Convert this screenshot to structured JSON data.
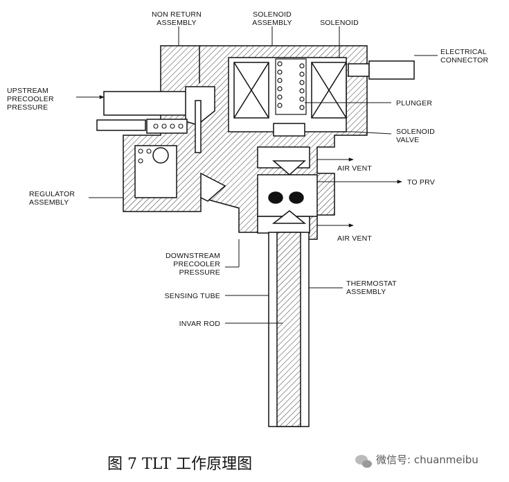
{
  "labels": {
    "non_return": [
      "NON RETURN",
      "ASSEMBLY"
    ],
    "solenoid_assembly": [
      "SOLENOID",
      "ASSEMBLY"
    ],
    "solenoid": "SOLENOID",
    "electrical_connector": [
      "ELECTRICAL",
      "CONNECTOR"
    ],
    "upstream": [
      "UPSTREAM",
      "PRECOOLER",
      "PRESSURE"
    ],
    "plunger": "PLUNGER",
    "solenoid_valve": [
      "SOLENOID",
      "VALVE"
    ],
    "air_vent_top": "AIR VENT",
    "to_prv": "TO PRV",
    "regulator": [
      "REGULATOR",
      "ASSEMBLY"
    ],
    "air_vent_bottom": "AIR VENT",
    "downstream": [
      "DOWNSTREAM",
      "PRECOOLER",
      "PRESSURE"
    ],
    "sensing_tube": "SENSING TUBE",
    "thermostat": [
      "THERMOSTAT",
      "ASSEMBLY"
    ],
    "invar_rod": "INVAR ROD"
  },
  "caption": "图 7 TLT 工作原理图",
  "watermark": "微信号: chuanmeibu"
}
